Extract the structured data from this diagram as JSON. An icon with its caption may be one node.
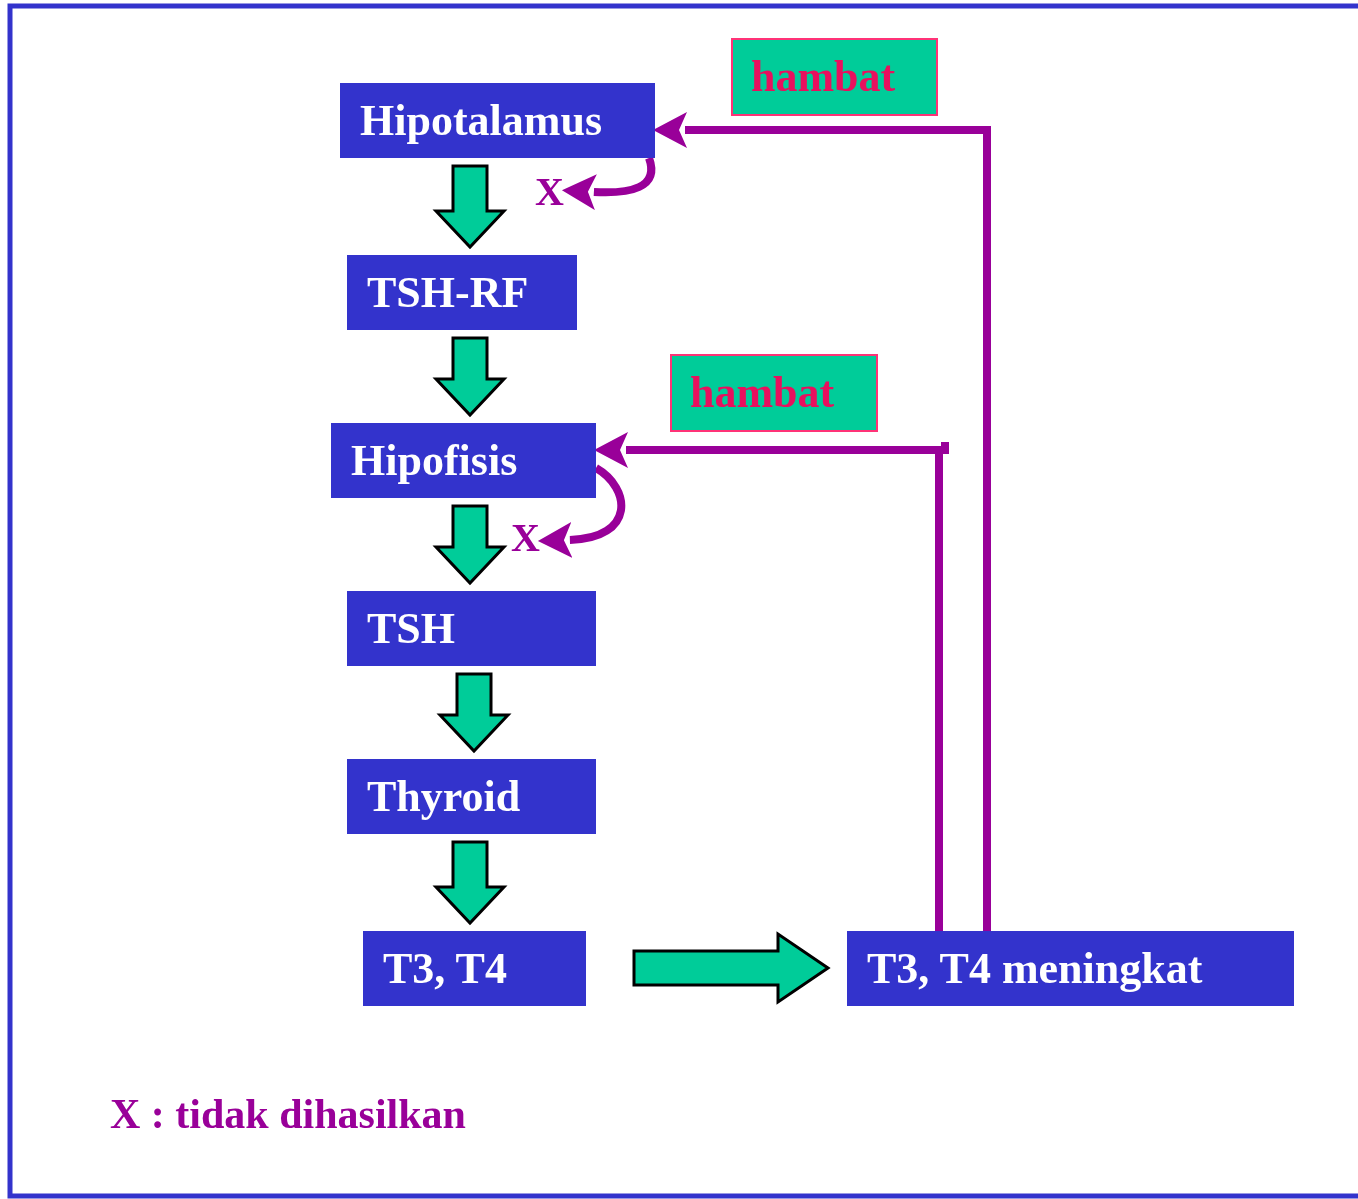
{
  "diagram": {
    "nodes": [
      {
        "text": [
          "Hipotalamus"
        ]
      },
      {
        "text": [
          "TSH-RF"
        ]
      },
      {
        "text": [
          "Hipofisis"
        ]
      },
      {
        "text": [
          "TSH"
        ]
      },
      {
        "text": [
          "Thyroid"
        ]
      },
      {
        "text": [
          "T3, T4"
        ]
      },
      {
        "text": [
          "T3, T4 meningkat"
        ]
      },
      {
        "text": [
          "X"
        ]
      },
      {
        "text": [
          "X"
        ]
      }
    ],
    "edges": [
      {
        "from": 0,
        "to": 1,
        "arrow": "to"
      },
      {
        "from": 1,
        "to": 2,
        "arrow": "to"
      },
      {
        "from": 2,
        "to": 3,
        "arrow": "to"
      },
      {
        "from": 3,
        "to": 4,
        "arrow": "to"
      },
      {
        "from": 4,
        "to": 5,
        "arrow": "to"
      },
      {
        "from": 5,
        "to": 6,
        "arrow": "to"
      },
      {
        "from": 6,
        "to": 0,
        "arrow": "to",
        "label": "hambat",
        "color": "#990099"
      },
      {
        "from": 6,
        "to": 2,
        "arrow": "to",
        "label": "hambat",
        "color": "#990099"
      },
      {
        "from": 0,
        "to": 7,
        "arrow": "to",
        "color": "#990099"
      },
      {
        "from": 2,
        "to": 8,
        "arrow": "to",
        "color": "#990099"
      }
    ],
    "labels": [
      "X : tidak dihasilkan"
    ]
  }
}
